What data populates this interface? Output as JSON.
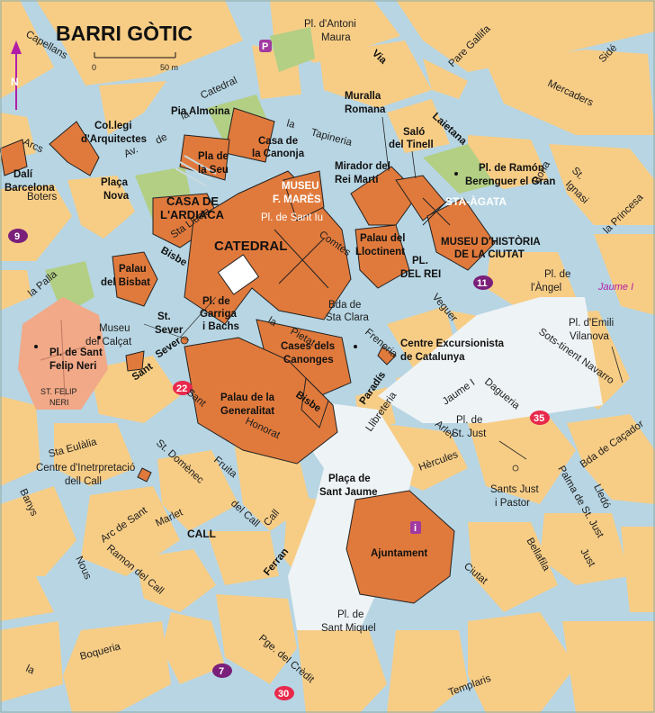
{
  "title": "BARRI GÒTIC",
  "scale": {
    "zero": "0",
    "distance": "50 m"
  },
  "north": "N",
  "colors": {
    "street": "#b7d5e3",
    "block": "#f7cd86",
    "monument": "#e07a3c",
    "park": "#b2cf84",
    "plaza": "#eef3f5",
    "metro": "#7a1f7a",
    "bus": "#e8294c",
    "square_pink": "#f1a988"
  },
  "streets": {
    "capellans": "Capellans",
    "catedral": "Catedral",
    "arcs": "Arcs",
    "av": "Av.",
    "de": "de",
    "la": "la",
    "boters": "Boters",
    "la_palla": "la Palla",
    "sta_llucia": "Sta Llúcia",
    "bisbe_1": "Bisbe",
    "bisbe_2": "Bisbe",
    "sant_sever": "Sant",
    "sever": "Sever",
    "tapineria": "Tapineria",
    "la_2": "la",
    "comtes": "Comtes",
    "la_pietat_la": "la",
    "pietat": "Pietat",
    "freneria": "Freneria",
    "veguer": "Veguer",
    "llibreteria": "Llibreteria",
    "sant": "Sant",
    "honorat": "Honorat",
    "fruita": "Fruita",
    "st_domenec": "St. Domènec",
    "del_call": "del Call",
    "call": "Call",
    "marlet": "Marlet",
    "arc_de_sant": "Arc de Sant",
    "ramon_del_call": "Ramon del Call",
    "banys": "Banys",
    "nous": "Nous",
    "sta_eulalia": "Sta Eulàlia",
    "ferran": "Ferran",
    "boqueria": "Boqueria",
    "la_3": "la",
    "pge_del_credit": "Pge. del Crèdit",
    "via": "Via",
    "laietana": "Laietana",
    "mercaders": "Mercaders",
    "sidé": "Sidé",
    "pare_gallifa": "Pare Gallifa",
    "boria": "Boria",
    "st_ignasi": "St.",
    "ignasi": "Ignasi",
    "la_princesa": "la Princesa",
    "jaume_i": "Jaume I",
    "jaume_i_metro": "Jaume I",
    "dagueria": "Dagueria",
    "arlet": "Arlet",
    "hercules": "Hèrcules",
    "palma_de_st_just": "Palma de St. Just",
    "bellafila": "Bellafila",
    "just": "Just",
    "ciutat": "Ciutat",
    "lledo": "Lledó",
    "bda_de_cacador": "Bda de Caçador",
    "sots_tinent_navarro": "Sots-tinent Navarro",
    "templaris": "Templaris",
    "de_2": "de"
  },
  "places": {
    "col_legi": "Col.legi",
    "d_arquitectes": "d'Arquitectes",
    "dali": "Dalí",
    "barcelona": "Barcelona",
    "placa": "Plaça",
    "nova": "Nova",
    "pia_almoina": "Pia Almoina",
    "pla_de": "Pla de",
    "la_seu": "la Seu",
    "casa_de": "Casa de",
    "la_canonja": "la Canonja",
    "casa_de_l": "CASA DE",
    "ardiaca": "L'ARDIACA",
    "museu": "MUSEU",
    "f_mares": "F. MARÈS",
    "pl_sant_iu": "Pl. de Sant Iu",
    "catedral": "CATEDRAL",
    "muralla": "Muralla",
    "romana": "Romana",
    "salo": "Saló",
    "del_tinell": "del Tinell",
    "mirador_del": "Mirador del",
    "rei_marti": "Rei Martí",
    "pl_antoni": "Pl. d'Antoni",
    "maura": "Maura",
    "pl_ramon": "Pl. de Ramón",
    "berenguer": "Berenguer el Gran",
    "sta_agata": "STA-ÀGATA",
    "palau_del": "Palau del",
    "lloctinent": "Lloctinent",
    "museu_hist": "MUSEU D'HISTÒRIA",
    "de_la_ciutat": "DE LA CIUTAT",
    "pl_del": "PL.",
    "del_rei": "DEL REI",
    "pl_de_langel": "Pl. de",
    "langel": "l'Àngel",
    "palau": "Palau",
    "del_bisbat": "del Bisbat",
    "st": "St.",
    "sever": "Sever",
    "pl_de_garriga": "Pl. de",
    "garriga": "Garriga",
    "i_bachs": "i Bachs",
    "museu_calcat": "Museu",
    "del_calcat": "del Calçat",
    "pl_sant_felip": "Pl. de Sant",
    "felip_neri": "Felip Neri",
    "st_felip": "ST. FELIP",
    "neri": "NERI",
    "bda_de": "Bda de",
    "sta_clara": "Sta Clara",
    "cases_dels": "Cases dels",
    "canonges": "Canonges",
    "centre_exc": "Centre Excursionista",
    "de_catalunya": "de Catalunya",
    "paradis": "Paradís",
    "palau_de_la": "Palau de la",
    "generalitat": "Generalitat",
    "pl_emili": "Pl. d'Emili",
    "vilanova": "Vilanova",
    "pl_de_st_just": "Pl. de",
    "st_just": "St. Just",
    "sants_just": "Sants Just",
    "i_pastor": "i Pastor",
    "placa_de": "Plaça de",
    "sant_jaume": "Sant Jaume",
    "centre_interp": "Centre d'Inetrpretació",
    "dell_call": "dell Call",
    "call": "CALL",
    "ajuntament": "Ajuntament",
    "pl_de_sant": "Pl. de",
    "sant_miquel": "Sant Miquel"
  },
  "markers": {
    "metro_9": "9",
    "metro_11": "11",
    "metro_7": "7",
    "bus_22": "22",
    "bus_35": "35",
    "bus_30": "30",
    "parking": "P",
    "info": "i"
  }
}
